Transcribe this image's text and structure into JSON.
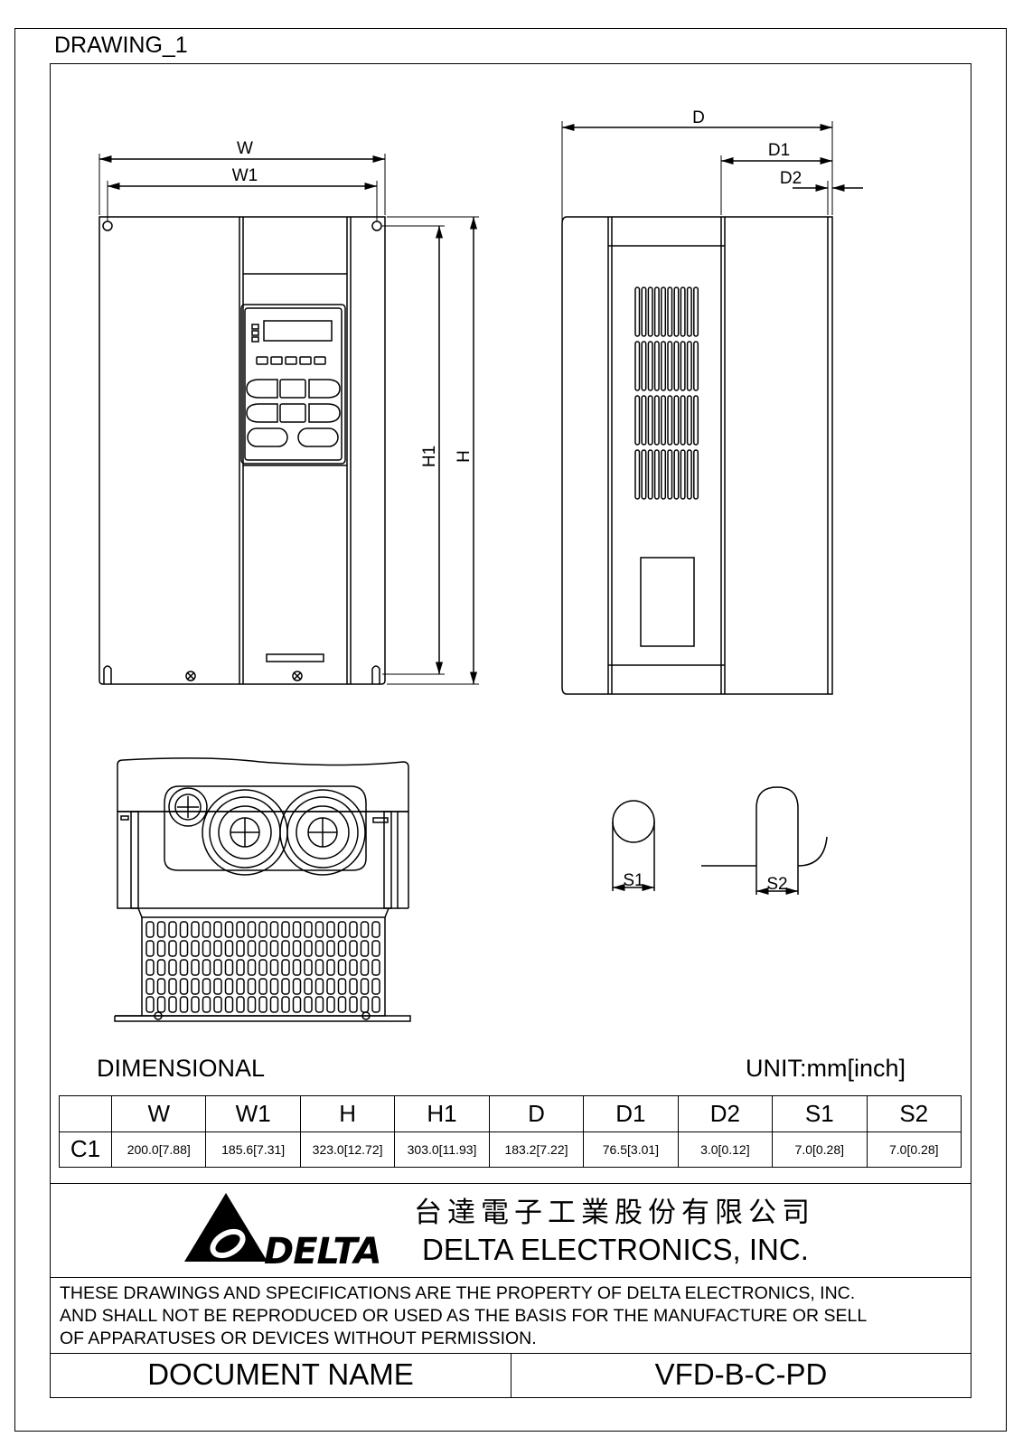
{
  "drawing_label": "DRAWING_1",
  "dim_labels": {
    "front": {
      "w": "W",
      "w1": "W1",
      "h": "H",
      "h1": "H1"
    },
    "side": {
      "d": "D",
      "d1": "D1",
      "d2": "D2"
    },
    "slots": {
      "s1": "S1",
      "s2": "S2"
    }
  },
  "dimensional_title": "DIMENSIONAL",
  "unit_label": "UNIT:mm[inch]",
  "table": {
    "headers": [
      "",
      "W",
      "W1",
      "H",
      "H1",
      "D",
      "D1",
      "D2",
      "S1",
      "S2"
    ],
    "rows": [
      [
        "C1",
        "200.0[7.88]",
        "185.6[7.31]",
        "323.0[12.72]",
        "303.0[11.93]",
        "183.2[7.22]",
        "76.5[3.01]",
        "3.0[0.12]",
        "7.0[0.28]",
        "7.0[0.28]"
      ]
    ]
  },
  "company": {
    "logo_text": "DELTA",
    "name_cn": "台達電子工業股份有限公司",
    "name_en": "DELTA ELECTRONICS, INC."
  },
  "property_notice": [
    "THESE DRAWINGS AND SPECIFICATIONS ARE THE PROPERTY OF DELTA ELECTRONICS, INC.",
    "AND SHALL NOT BE REPRODUCED OR USED AS THE BASIS FOR THE MANUFACTURE OR SELL",
    "OF APPARATUSES OR DEVICES WITHOUT PERMISSION."
  ],
  "document": {
    "label": "DOCUMENT NAME",
    "value": "VFD-B-C-PD"
  }
}
